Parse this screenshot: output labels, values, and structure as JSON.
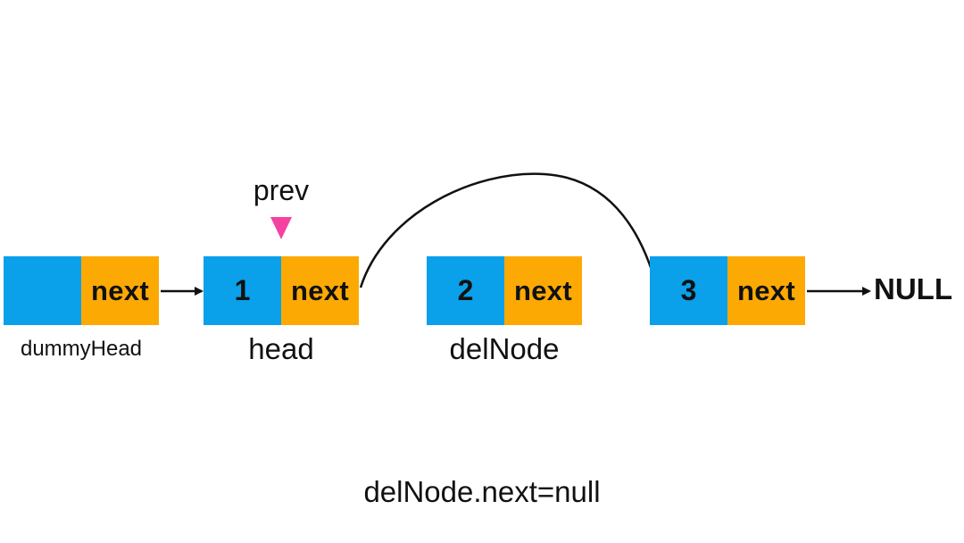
{
  "colors": {
    "value_cell": "#0aa0ea",
    "next_cell": "#fca904",
    "pointer_marker": "#f542a1",
    "ink": "#111111"
  },
  "nodes": [
    {
      "value": "",
      "next_label": "next",
      "name": "dummyHead"
    },
    {
      "value": "1",
      "next_label": "next",
      "name": "head"
    },
    {
      "value": "2",
      "next_label": "next",
      "name": "delNode"
    },
    {
      "value": "3",
      "next_label": "next",
      "name": ""
    }
  ],
  "pointer": {
    "label": "prev",
    "marker_icon": "down-triangle-icon"
  },
  "null_label": "NULL",
  "caption": "delNode.next=null"
}
